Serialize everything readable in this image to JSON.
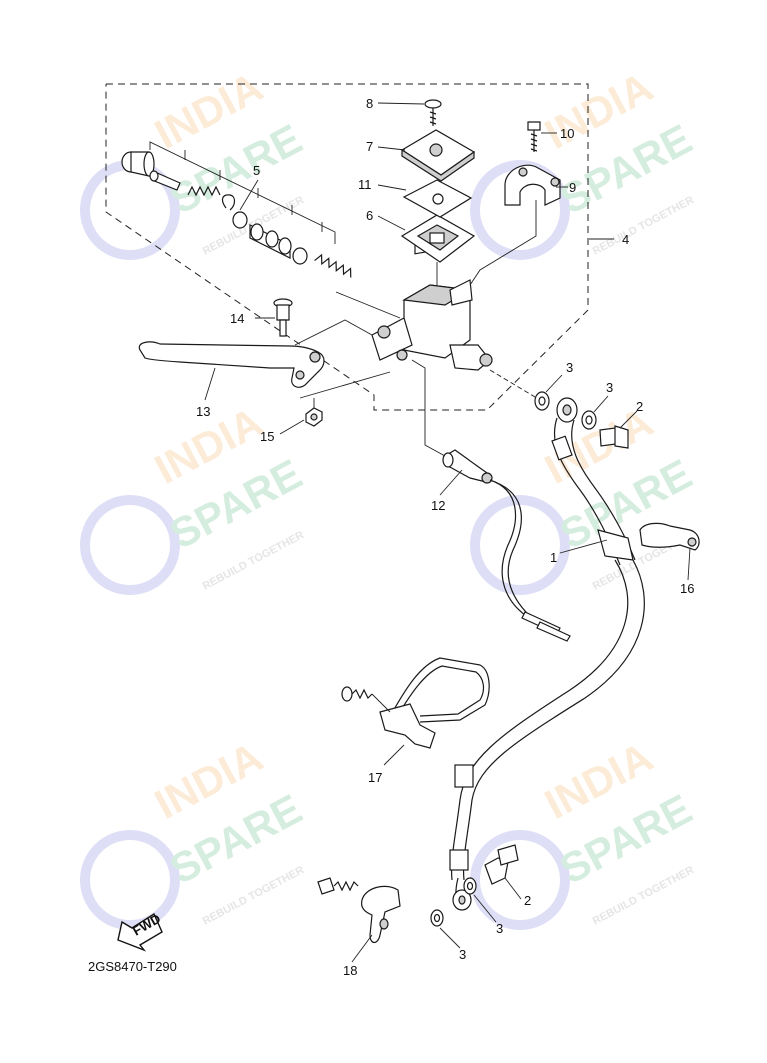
{
  "diagram": {
    "code": "2GS8470-T290",
    "fwd_label": "FWD",
    "watermark": {
      "line1": "INDIA",
      "line2": "SPARE",
      "line3": "REBUILD TOGETHER"
    },
    "callouts": [
      {
        "id": "c1",
        "text": "1"
      },
      {
        "id": "c2a",
        "text": "2"
      },
      {
        "id": "c2b",
        "text": "2"
      },
      {
        "id": "c3a",
        "text": "3"
      },
      {
        "id": "c3b",
        "text": "3"
      },
      {
        "id": "c3c",
        "text": "3"
      },
      {
        "id": "c3d",
        "text": "3"
      },
      {
        "id": "c4",
        "text": "4"
      },
      {
        "id": "c5",
        "text": "5"
      },
      {
        "id": "c6",
        "text": "6"
      },
      {
        "id": "c7",
        "text": "7"
      },
      {
        "id": "c8",
        "text": "8"
      },
      {
        "id": "c9",
        "text": "9"
      },
      {
        "id": "c10",
        "text": "10"
      },
      {
        "id": "c11",
        "text": "11"
      },
      {
        "id": "c12",
        "text": "12"
      },
      {
        "id": "c13",
        "text": "13"
      },
      {
        "id": "c14",
        "text": "14"
      },
      {
        "id": "c15",
        "text": "15"
      },
      {
        "id": "c16",
        "text": "16"
      },
      {
        "id": "c17",
        "text": "17"
      },
      {
        "id": "c18",
        "text": "18"
      }
    ]
  }
}
